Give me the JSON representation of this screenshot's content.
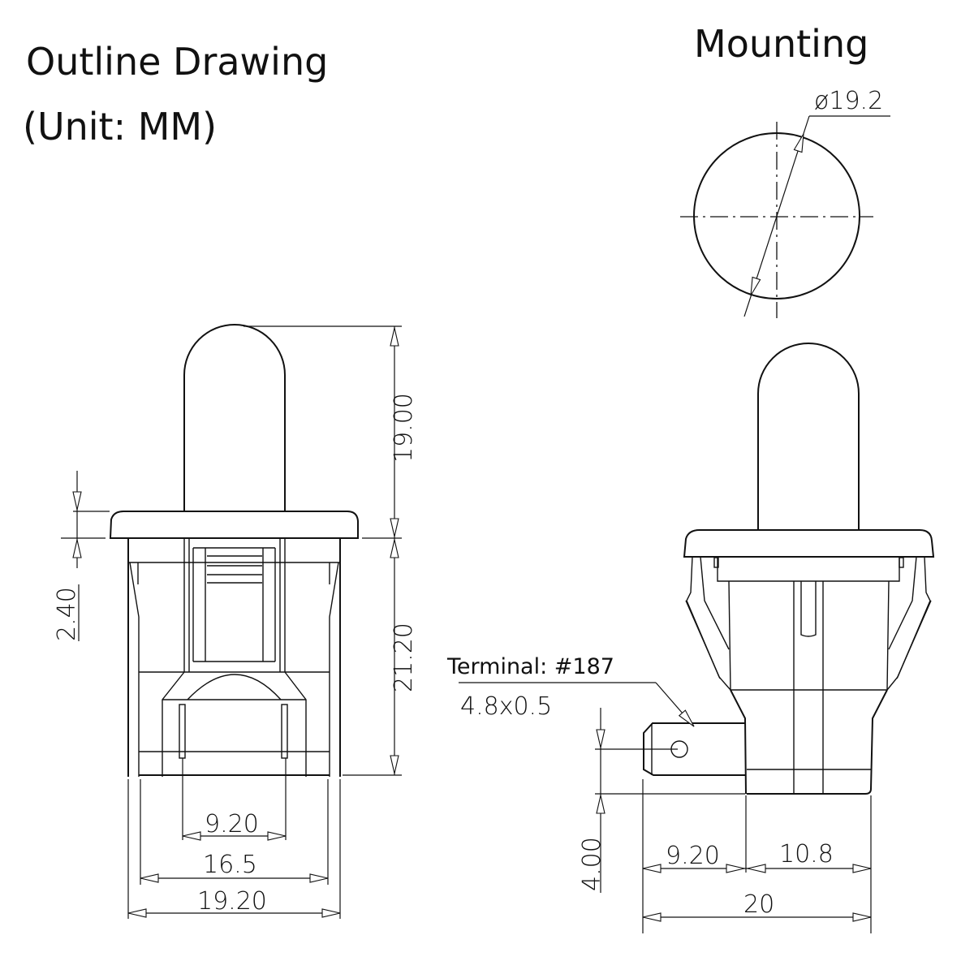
{
  "header": {
    "title_line1": "Outline Drawing",
    "title_line2": "(Unit: MM)",
    "mounting_title": "Mounting"
  },
  "mounting": {
    "diameter_label": "ø19.2"
  },
  "front_view": {
    "dimensions": {
      "cap_height": "19.00",
      "flange_thickness": "2.40",
      "body_height": "21.20",
      "terminal_spacing": "9.20",
      "inner_width": "16.5",
      "outer_width": "19.20"
    }
  },
  "side_view": {
    "terminal_label": "Terminal: #187",
    "terminal_size": "4.8x0.5",
    "dimensions": {
      "terminal_offset": "4.00",
      "terminal_length": "9.20",
      "body_depth": "10.8",
      "total_length": "20"
    }
  }
}
